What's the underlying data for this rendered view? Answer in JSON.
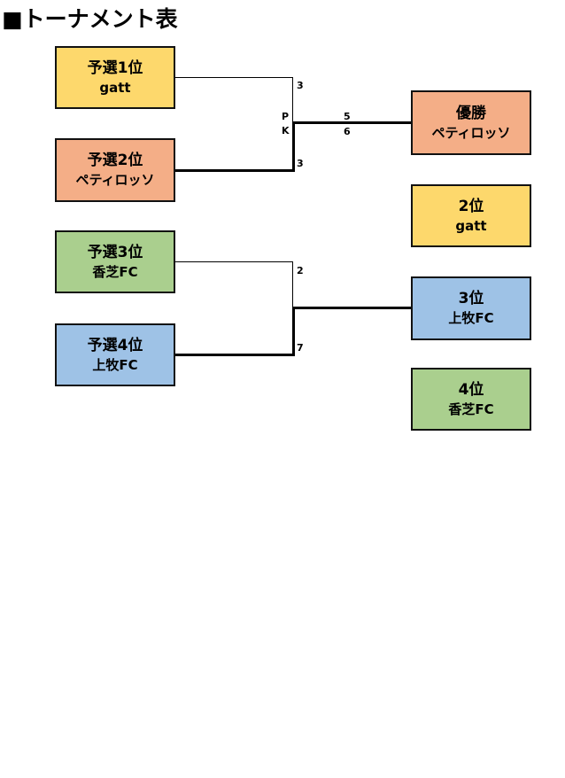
{
  "title": "■トーナメント表",
  "colors": {
    "yellow": "#fdd86c",
    "salmon": "#f4ae87",
    "green": "#aacf8e",
    "blue": "#9ec2e6"
  },
  "seeds": [
    {
      "label": "予選1位",
      "team": "gatt",
      "color": "#fdd86c"
    },
    {
      "label": "予選2位",
      "team": "ペティロッソ",
      "color": "#f4ae87"
    },
    {
      "label": "予選3位",
      "team": "香芝FC",
      "color": "#aacf8e"
    },
    {
      "label": "予選4位",
      "team": "上牧FC",
      "color": "#9ec2e6"
    }
  ],
  "results": [
    {
      "label": "優勝",
      "team": "ペティロッソ",
      "color": "#f4ae87"
    },
    {
      "label": "2位",
      "team": "gatt",
      "color": "#fdd86c"
    },
    {
      "label": "3位",
      "team": "上牧FC",
      "color": "#9ec2e6"
    },
    {
      "label": "4位",
      "team": "香芝FC",
      "color": "#aacf8e"
    }
  ],
  "match1": {
    "score_top": "3",
    "score_bottom": "3",
    "pk_label_p": "P",
    "pk_label_k": "K",
    "pk_top": "5",
    "pk_bottom": "6"
  },
  "match2": {
    "score_top": "2",
    "score_bottom": "7"
  }
}
